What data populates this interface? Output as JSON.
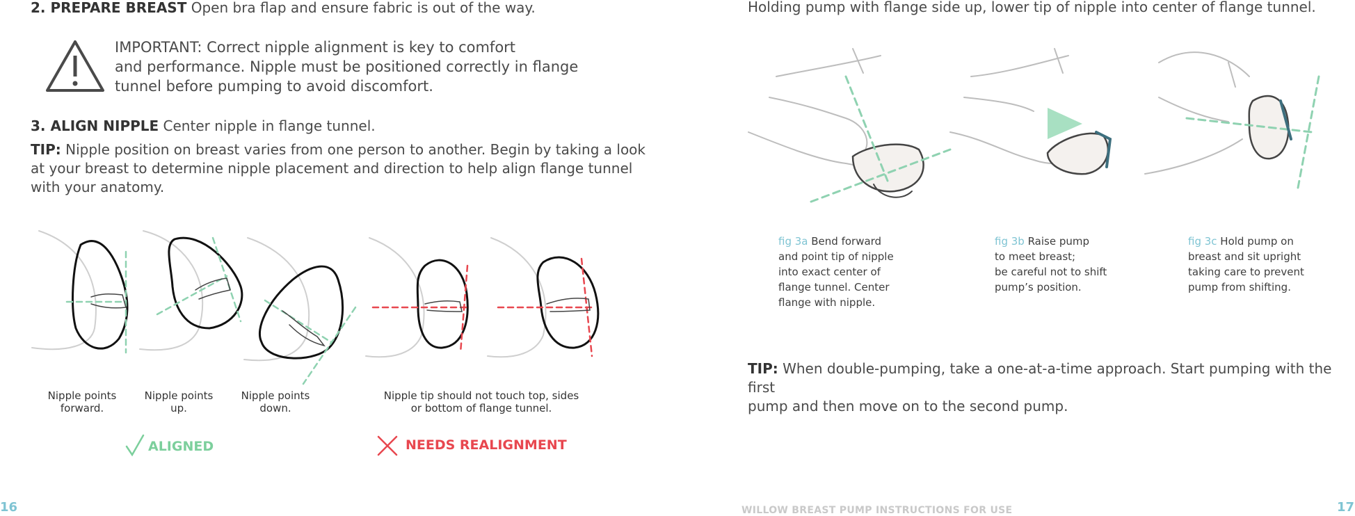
{
  "left": {
    "step2": {
      "heading": "2. PREPARE BREAST",
      "text": " Open bra flap and ensure fabric is out of the way."
    },
    "important": {
      "icon": "warning-triangle-icon",
      "label": "IMPORTANT:",
      "lines": [
        " Correct nipple alignment is key to comfort",
        "and performance. Nipple must be positioned correctly in flange",
        "tunnel before pumping to avoid discomfort."
      ]
    },
    "step3": {
      "heading": "3. ALIGN NIPPLE",
      "text": " Center nipple in flange tunnel."
    },
    "tip": {
      "label": "TIP:",
      "lines": [
        " Nipple position on breast varies from one person to another. Begin by taking a look",
        "at your breast to determine nipple placement and direction to help align flange tunnel",
        "with your anatomy."
      ]
    },
    "captions": [
      [
        "Nipple points",
        "forward."
      ],
      [
        "Nipple points",
        "up."
      ],
      [
        "Nipple points",
        "down."
      ],
      [
        "Nipple tip should not touch top, sides",
        "or bottom of flange tunnel."
      ]
    ],
    "aligned": {
      "icon": "checkmark-icon",
      "label": "ALIGNED"
    },
    "realign": {
      "icon": "x-mark-icon",
      "label": "NEEDS REALIGNMENT"
    },
    "page_number": "16"
  },
  "right": {
    "intro": "Holding pump with flange side up, lower tip of nipple into center of flange tunnel.",
    "figs": [
      {
        "tag": "fig 3a",
        "lines": [
          " Bend forward",
          "and point tip of nipple",
          "into exact center of",
          "flange tunnel. Center",
          "flange with nipple."
        ]
      },
      {
        "tag": "fig 3b",
        "lines": [
          " Raise pump",
          "to meet breast;",
          "be careful not to shift",
          "pump’s position."
        ]
      },
      {
        "tag": "fig 3c",
        "lines": [
          " Hold pump on",
          "breast and sit upright",
          "taking care to prevent",
          "pump from shifting."
        ]
      }
    ],
    "tip": {
      "label": "TIP:",
      "lines": [
        " When double-pumping, take a one-at-a-time approach. Start pumping with the first",
        "pump and then move on to the second pump."
      ]
    },
    "footer": "WILLOW BREAST PUMP INSTRUCTIONS FOR USE",
    "page_number": "17"
  },
  "colors": {
    "teal": "#7fc4d3",
    "green": "#7ccf9c",
    "red": "#e8474f",
    "footer": "#c9c9c9"
  }
}
